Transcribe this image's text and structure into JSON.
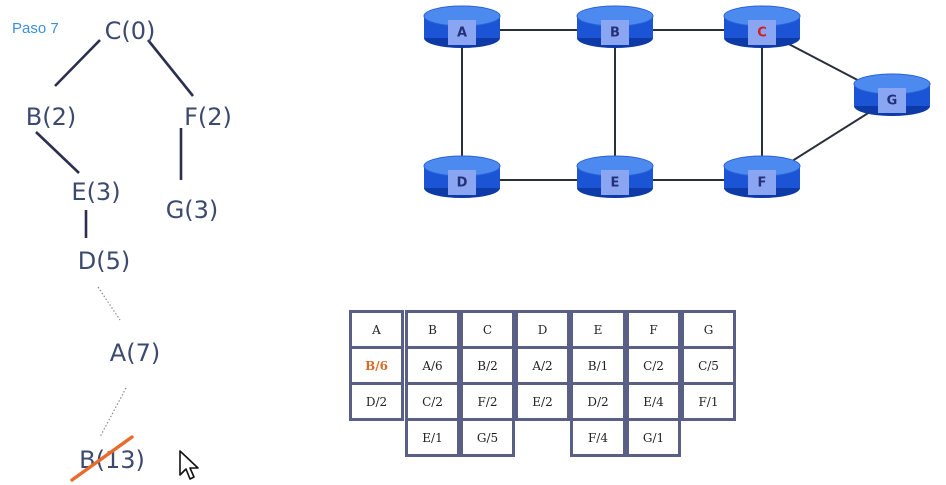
{
  "step_label": "Paso 7",
  "tree": {
    "nodes": [
      {
        "id": "C",
        "label": "C(0)"
      },
      {
        "id": "B",
        "label": "B(2)"
      },
      {
        "id": "F",
        "label": "F(2)"
      },
      {
        "id": "E",
        "label": "E(3)"
      },
      {
        "id": "G",
        "label": "G(3)"
      },
      {
        "id": "D",
        "label": "D(5)"
      },
      {
        "id": "A",
        "label": "A(7)"
      },
      {
        "id": "B2",
        "label": "B(13)",
        "crossed": true
      }
    ],
    "edges": [
      {
        "from": "C",
        "to": "B",
        "style": "solid"
      },
      {
        "from": "C",
        "to": "F",
        "style": "solid"
      },
      {
        "from": "B",
        "to": "E",
        "style": "solid"
      },
      {
        "from": "F",
        "to": "G",
        "style": "solid"
      },
      {
        "from": "E",
        "to": "D",
        "style": "solid"
      },
      {
        "from": "D",
        "to": "A",
        "style": "dotted"
      },
      {
        "from": "A",
        "to": "B2",
        "style": "dotted"
      }
    ]
  },
  "network": {
    "routers": [
      {
        "id": "A",
        "label": "A",
        "highlight": false
      },
      {
        "id": "B",
        "label": "B",
        "highlight": false
      },
      {
        "id": "C",
        "label": "C",
        "highlight": true
      },
      {
        "id": "D",
        "label": "D",
        "highlight": false
      },
      {
        "id": "E",
        "label": "E",
        "highlight": false
      },
      {
        "id": "F",
        "label": "F",
        "highlight": false
      },
      {
        "id": "G",
        "label": "G",
        "highlight": false
      }
    ],
    "links": [
      [
        "A",
        "B"
      ],
      [
        "B",
        "C"
      ],
      [
        "A",
        "D"
      ],
      [
        "B",
        "E"
      ],
      [
        "C",
        "F"
      ],
      [
        "D",
        "E"
      ],
      [
        "E",
        "F"
      ],
      [
        "C",
        "G"
      ],
      [
        "F",
        "G"
      ]
    ]
  },
  "table": {
    "columns": [
      {
        "header": "A",
        "cells": [
          {
            "text": "B/6",
            "highlight": true
          },
          {
            "text": "D/2"
          }
        ]
      },
      {
        "header": "B",
        "cells": [
          {
            "text": "A/6"
          },
          {
            "text": "C/2"
          },
          {
            "text": "E/1"
          }
        ]
      },
      {
        "header": "C",
        "cells": [
          {
            "text": "B/2"
          },
          {
            "text": "F/2"
          },
          {
            "text": "G/5"
          }
        ]
      },
      {
        "header": "D",
        "cells": [
          {
            "text": "A/2"
          },
          {
            "text": "E/2"
          }
        ]
      },
      {
        "header": "E",
        "cells": [
          {
            "text": "B/1"
          },
          {
            "text": "D/2"
          },
          {
            "text": "F/4"
          }
        ]
      },
      {
        "header": "F",
        "cells": [
          {
            "text": "C/2"
          },
          {
            "text": "E/4"
          },
          {
            "text": "G/1"
          }
        ]
      },
      {
        "header": "G",
        "cells": [
          {
            "text": "C/5"
          },
          {
            "text": "F/1"
          }
        ]
      }
    ]
  },
  "colors": {
    "tree_text": "#3d4a70",
    "tree_line": "#2b3050",
    "router_fill": "#1c54d6",
    "router_top": "#4d8af0",
    "router_label_bg": "#8aa6f2",
    "router_label": "#24307a",
    "router_label_highlight": "#d21e1e",
    "link": "#2a2f3c",
    "strike": "#e86c2c",
    "table_border": "#5a5f86",
    "highlight_text": "#d86a2a"
  }
}
